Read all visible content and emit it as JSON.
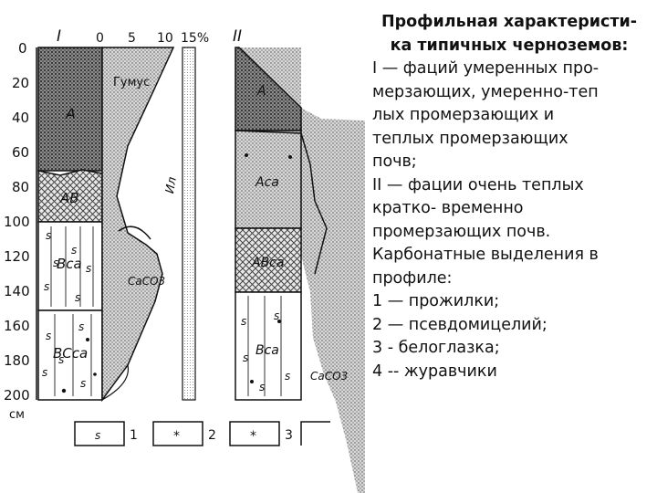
{
  "figure": {
    "panel_labels": [
      "I",
      "II"
    ],
    "depth_ticks": [
      "0",
      "20",
      "40",
      "60",
      "80",
      "100",
      "120",
      "140",
      "160",
      "180",
      "200"
    ],
    "depth_unit": "см",
    "percent_ticks": [
      "0",
      "5",
      "10",
      "15%"
    ],
    "profile_I": {
      "horizons": [
        "A",
        "AB",
        "Bca",
        "BCca"
      ],
      "curve_labels": [
        "Гумус",
        "CaCO3",
        "Ил"
      ]
    },
    "profile_II": {
      "horizons": [
        "A",
        "Aca",
        "ABca",
        "Bca"
      ],
      "curve_labels": [
        "CaCO3"
      ]
    },
    "legend": [
      "1",
      "2",
      "3"
    ]
  },
  "caption": {
    "title_lines": [
      "Профильная характеристи-",
      "ка типичных  черноземов:"
    ],
    "body_lines": [
      "  I — фаций умеренных про-",
      "мерзающих, умеренно-теп",
      "лых промерзающих и",
      "теплых  промерзающих",
      "почв;",
      "II —  фации очень теплых",
      "кратко- временно",
      "промерзающих  почв.",
      "Карбонатные выделения в",
      "профиле:",
      "1 — прожилки;",
      "2 — псевдомицелий;",
      "3 - белоглазка;",
      "4 -- журавчики"
    ]
  }
}
